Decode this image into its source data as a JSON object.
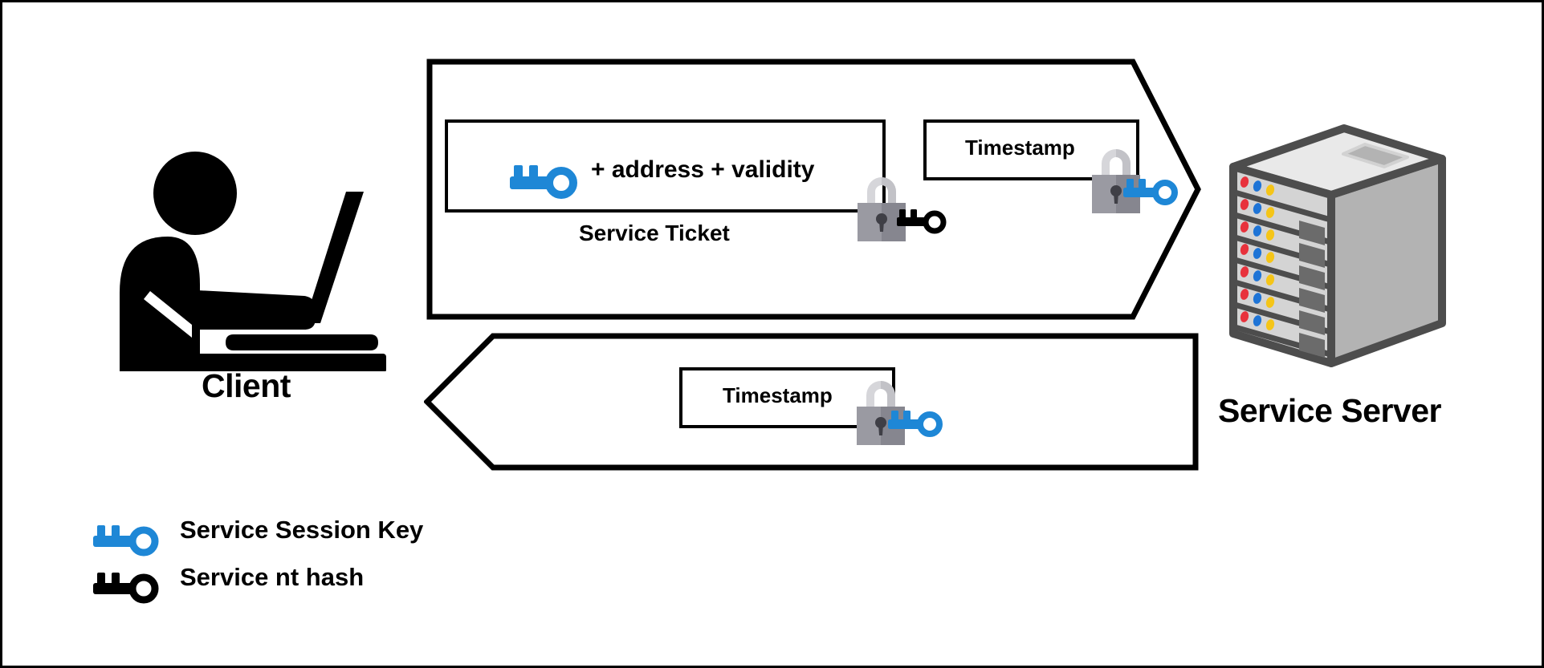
{
  "diagram": {
    "title": "Kerberos service ticket exchange between Client and Service Server",
    "background_color": "#ffffff",
    "border_color": "#000000",
    "accent_blue": "#1E87D6",
    "lock_body_color": "#8b8b94",
    "lock_shackle_color": "#d6d6da",
    "server_body_color": "#b0b0b0",
    "server_outline_color": "#4d4d4d"
  },
  "actors": {
    "client": {
      "label": "Client",
      "icon": "person-at-laptop-icon"
    },
    "server": {
      "label": "Service Server",
      "icon": "server-rack-icon"
    }
  },
  "messages": [
    {
      "id": "client-to-server",
      "direction": "right",
      "contents": {
        "ticket_box": {
          "key_icon": "blue-key-icon",
          "text": "+ address + validity",
          "caption": "Service Ticket",
          "lock_icon": "lock-icon",
          "lock_key_icon": "black-key-icon"
        },
        "authenticator_box": {
          "text": "Timestamp",
          "lock_icon": "lock-icon",
          "lock_key_icon": "blue-key-icon"
        }
      }
    },
    {
      "id": "server-to-client",
      "direction": "left",
      "contents": {
        "authenticator_box": {
          "text": "Timestamp",
          "lock_icon": "lock-icon",
          "lock_key_icon": "blue-key-icon"
        }
      }
    }
  ],
  "legend": {
    "items": [
      {
        "icon": "blue-key-icon",
        "color": "#1E87D6",
        "label": "Service Session Key"
      },
      {
        "icon": "black-key-icon",
        "color": "#000000",
        "label": "Service nt hash"
      }
    ]
  }
}
